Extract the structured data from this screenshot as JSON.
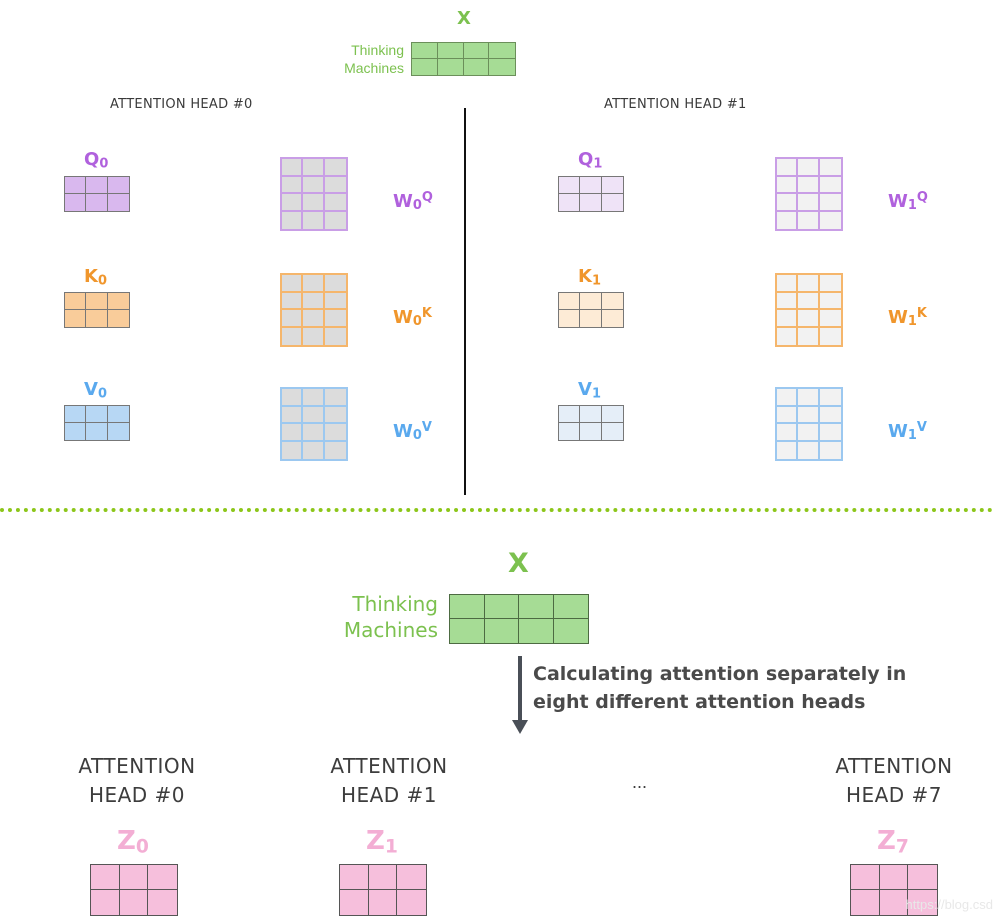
{
  "colors": {
    "green": "#7cc14f",
    "green_fill": "#a6dc95",
    "green_border": "#6b8f5a",
    "purple": "#b061dd",
    "purple_fill": "#d9b8ee",
    "purple_light": "#efe3f7",
    "orange": "#f0962c",
    "orange_fill": "#f9cc9a",
    "orange_light": "#fdebd6",
    "blue": "#5aa9ee",
    "blue_fill": "#b7d7f4",
    "blue_light": "#e5eef8",
    "gray_fill": "#dcdcdc",
    "gray_light": "#f2f2f2",
    "pink": "#f3aed4",
    "pink_fill": "#f6bfdc",
    "divider_dotted": "#8cc61a",
    "text_dark": "#3d3d3d"
  },
  "top": {
    "x_label": "X",
    "input_label_line1": "Thinking",
    "input_label_line2": "Machines",
    "heads": [
      {
        "title": "ATTENTION HEAD #0",
        "index": "0",
        "q": "Q",
        "k": "K",
        "v": "V",
        "w": "W",
        "wq": "Q",
        "wk": "K",
        "wv": "V"
      },
      {
        "title": "ATTENTION HEAD #1",
        "index": "1",
        "q": "Q",
        "k": "K",
        "v": "V",
        "w": "W",
        "wq": "Q",
        "wk": "K",
        "wv": "V"
      }
    ]
  },
  "bottom": {
    "x_label": "X",
    "input_label_line1": "Thinking",
    "input_label_line2": "Machines",
    "arrow_caption_line1": "Calculating attention separately in",
    "arrow_caption_line2": "eight different attention heads",
    "ellipsis": "...",
    "heads": [
      {
        "line1": "ATTENTION",
        "line2": "HEAD #0",
        "z": "Z",
        "index": "0"
      },
      {
        "line1": "ATTENTION",
        "line2": "HEAD #1",
        "z": "Z",
        "index": "1"
      },
      {
        "line1": "ATTENTION",
        "line2": "HEAD #7",
        "z": "Z",
        "index": "7"
      }
    ]
  },
  "watermark": "https://blog.csd"
}
